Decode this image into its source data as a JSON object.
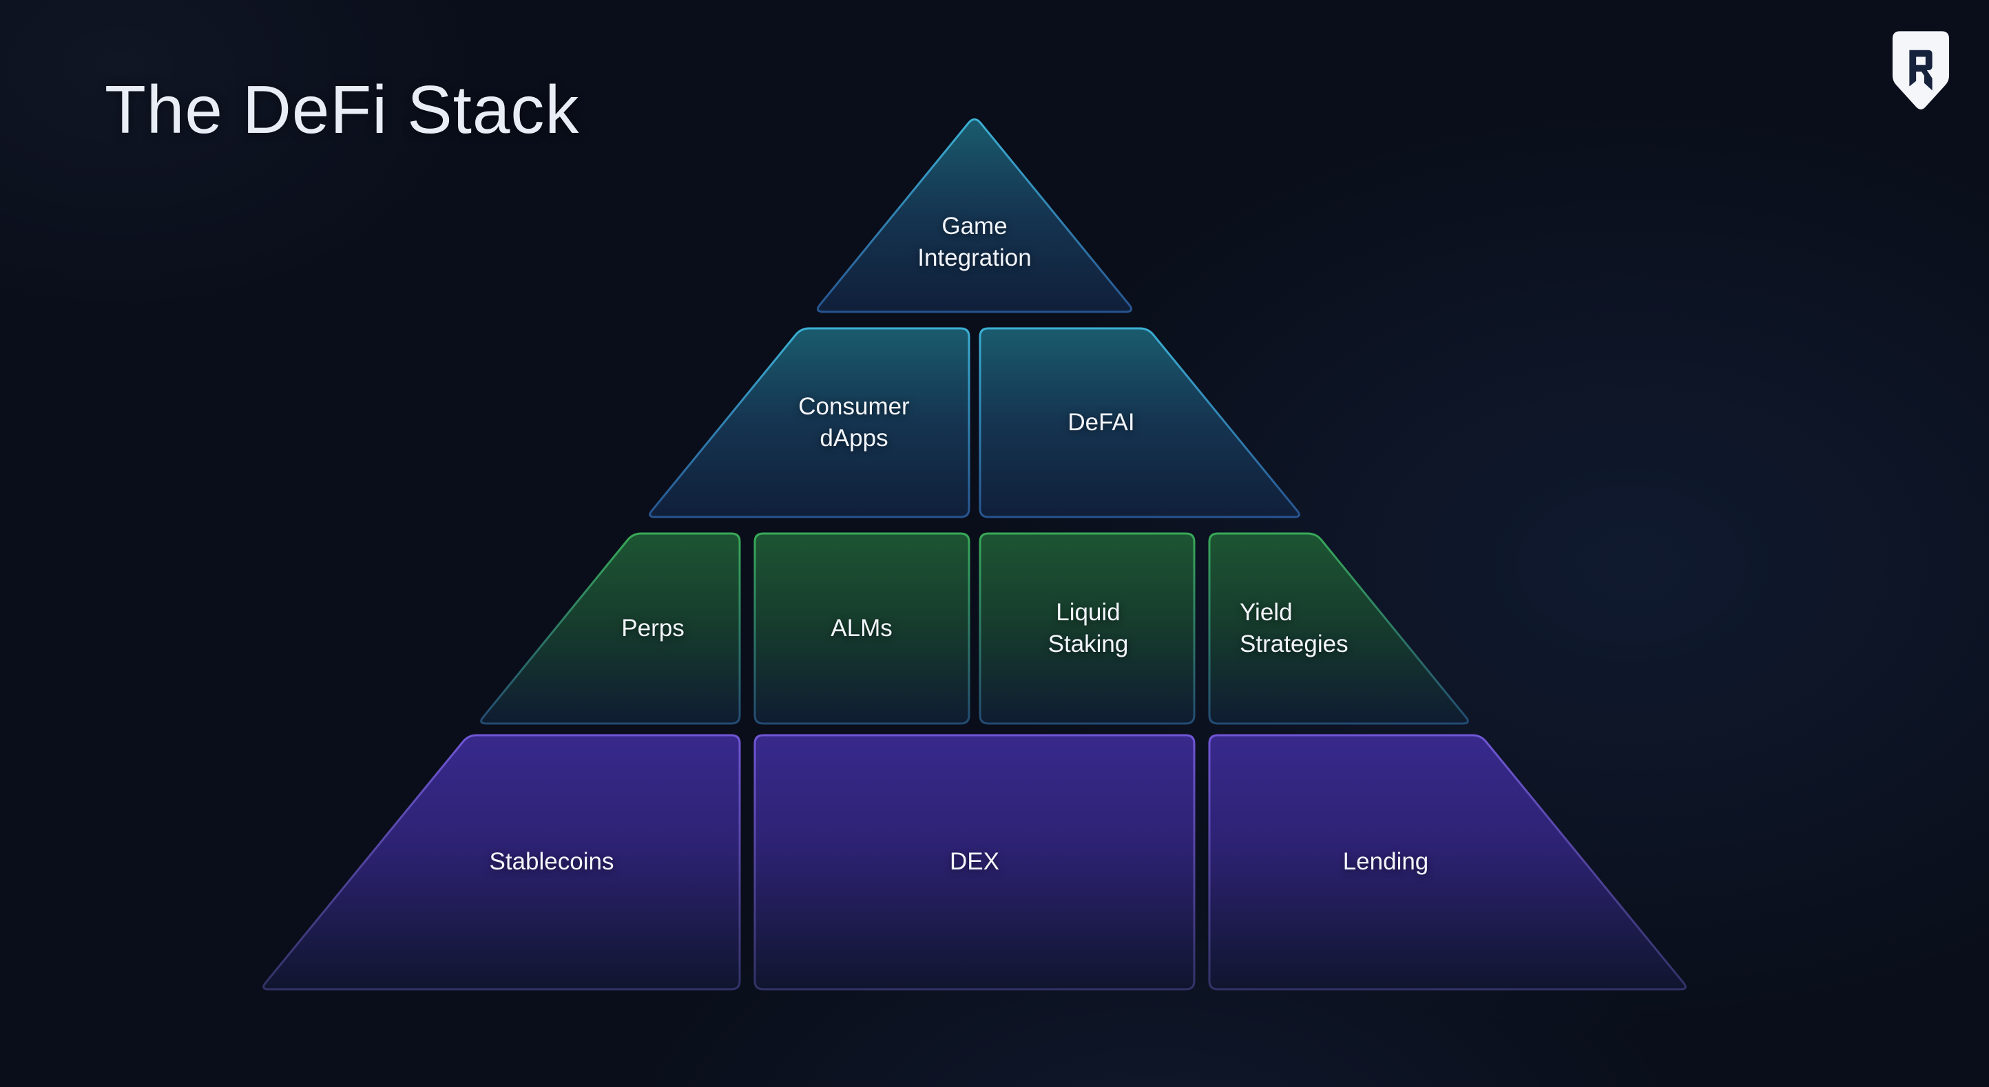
{
  "title": "The DeFi Stack",
  "logo": {
    "letter": "R"
  },
  "colors": {
    "background": "#0a0e1a",
    "tier_blue_accent": "#3cb0d4",
    "tier_green_accent": "#38aa58",
    "tier_purple_accent": "#7157d6",
    "label_text": "#f2f5fa"
  },
  "pyramid": {
    "tiers": [
      {
        "level": 1,
        "theme": "blue",
        "blocks": [
          {
            "label": "Game Integration"
          }
        ]
      },
      {
        "level": 2,
        "theme": "blue",
        "blocks": [
          {
            "label": "Consumer dApps"
          },
          {
            "label": "DeFAI"
          }
        ]
      },
      {
        "level": 3,
        "theme": "green",
        "blocks": [
          {
            "label": "Perps"
          },
          {
            "label": "ALMs"
          },
          {
            "label": "Liquid Staking"
          },
          {
            "label": "Yield Strategies"
          }
        ]
      },
      {
        "level": 4,
        "theme": "purple",
        "blocks": [
          {
            "label": "Stablecoins"
          },
          {
            "label": "DEX"
          },
          {
            "label": "Lending"
          }
        ]
      }
    ]
  }
}
